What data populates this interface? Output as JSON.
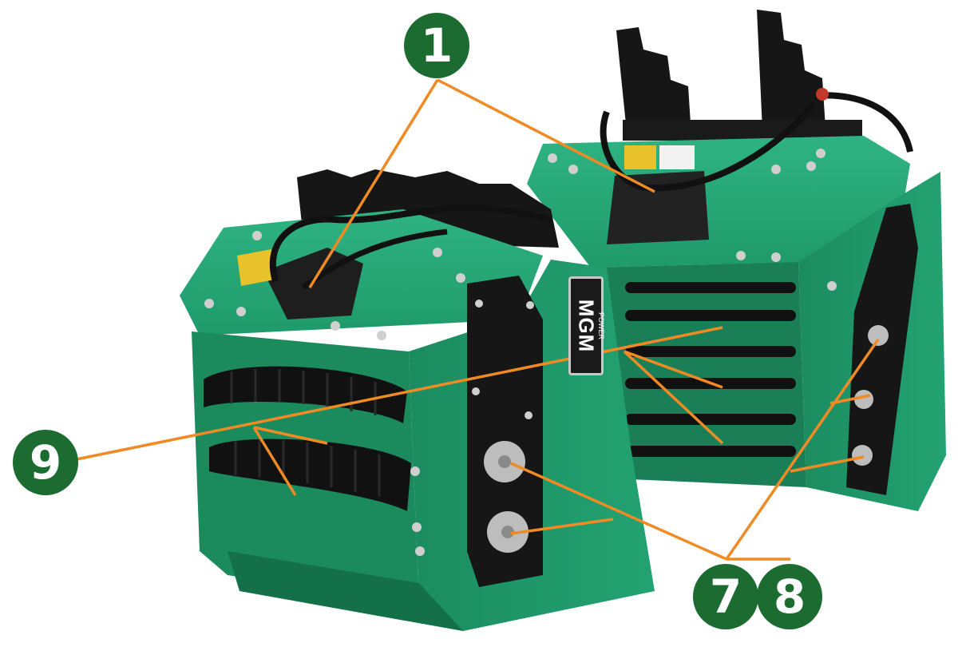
{
  "image": {
    "subject": "Two green MGM Power rotary screening buckets with numbered callouts",
    "colors": {
      "body_green": "#1f9a6a",
      "body_green_dark": "#157a52",
      "body_green_light": "#2fb383",
      "black_parts": "#161616",
      "leader_orange": "#f08a24",
      "callout_green": "#1c6b31"
    }
  },
  "brand": {
    "name": "MGM",
    "sub": "POWER"
  },
  "callouts": [
    {
      "id": "callout-1",
      "label": "1"
    },
    {
      "id": "callout-9",
      "label": "9"
    },
    {
      "id": "callout-7",
      "label": "7"
    },
    {
      "id": "callout-8",
      "label": "8"
    }
  ]
}
